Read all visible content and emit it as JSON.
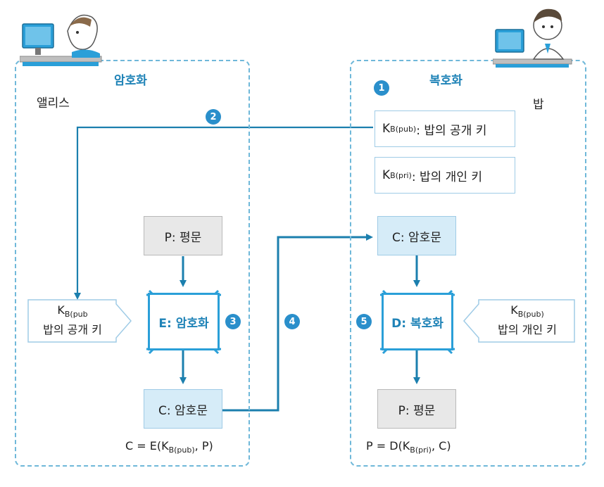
{
  "alice": {
    "name": "앨리스",
    "panel_title": "암호화",
    "plaintext": "P: 평문",
    "operation": "E: 암호화",
    "ciphertext": "C: 암호문",
    "key_main": "K",
    "key_sub": "B(pub",
    "key_desc": "밥의 공개 키",
    "formula_left": "C = E(K",
    "formula_sub": "B(pub)",
    "formula_right": ", P)"
  },
  "bob": {
    "name": "밥",
    "panel_title": "복호화",
    "pubkey_main": "K",
    "pubkey_sub": "B(pub)",
    "pubkey_desc": ": 밥의 공개 키",
    "prikey_main": "K",
    "prikey_sub": "B(pri)",
    "prikey_desc": " : 밥의 개인 키",
    "ciphertext": "C: 암호문",
    "operation": "D: 복호화",
    "plaintext": "P: 평문",
    "key_main": "K",
    "key_sub": "B(pub)",
    "key_desc": "밥의 개인 키",
    "formula_left": "P = D(K",
    "formula_sub": "B(pri)",
    "formula_right": ", C)"
  },
  "steps": [
    "1",
    "2",
    "3",
    "4",
    "5"
  ],
  "colors": {
    "accent": "#2a9fd8",
    "arrow": "#1b7fae",
    "panel_border": "#6fb8d9",
    "title": "#1f83b7",
    "step_circle": "#2a8fcb"
  },
  "icons": {
    "alice": "woman-at-computer-icon",
    "bob": "man-at-computer-icon"
  }
}
